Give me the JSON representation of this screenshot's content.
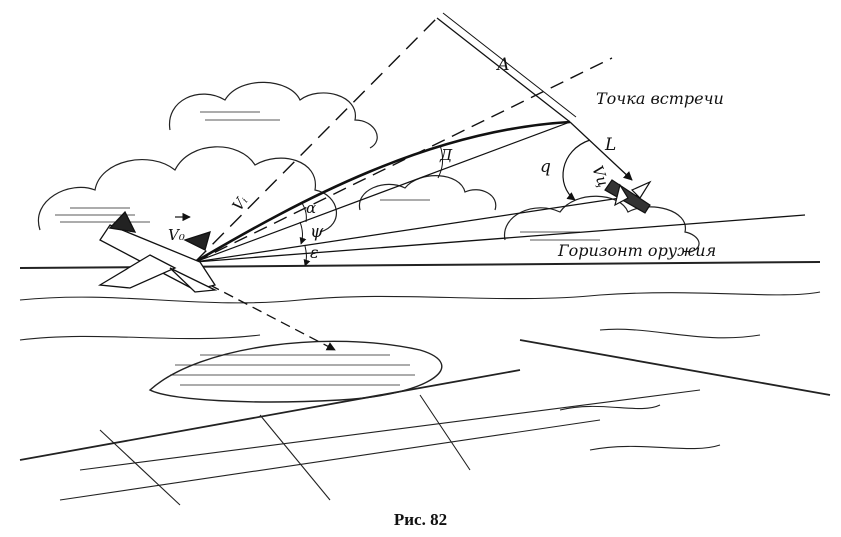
{
  "figure": {
    "caption": "Рис. 82",
    "labels": {
      "meeting_point": "Точка встречи",
      "weapon_horizon": "Горизонт оружия",
      "distance_a": "А",
      "distance_l": "L",
      "distance_d": "Д",
      "angle_q": "q",
      "angle_alpha": "α",
      "angle_psi": "ψ",
      "angle_epsilon": "ε",
      "velocity_v0": "V₀",
      "velocity_vi": "Vᵢ",
      "velocity_vc": "Vц"
    }
  }
}
